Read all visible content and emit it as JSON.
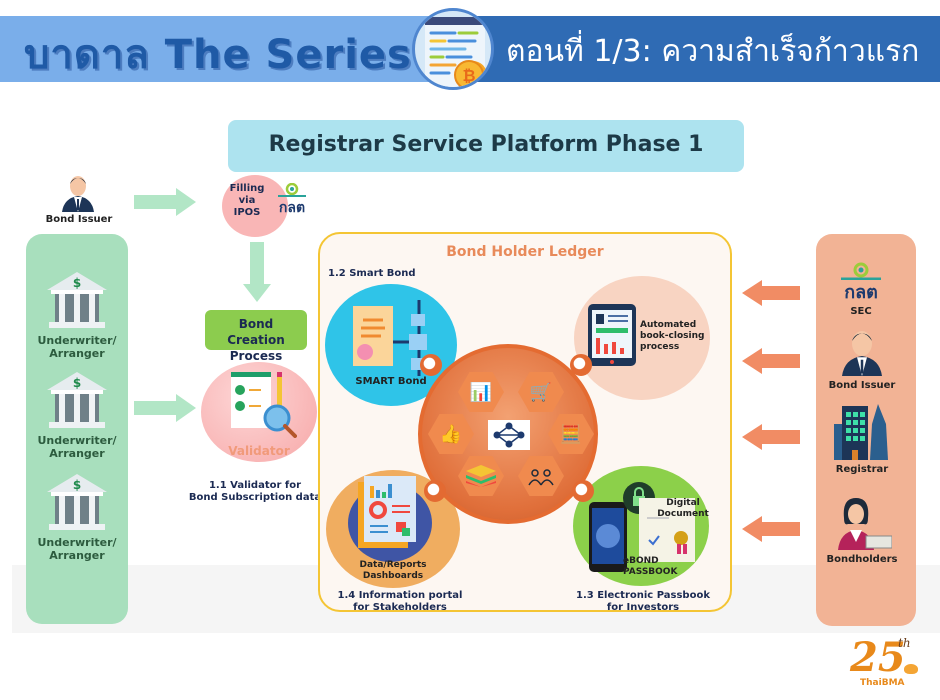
{
  "banner": {
    "series_title": "บาดาล The Series",
    "episode_title": "ตอนที่ 1/3: ความสำเร็จก้าวแรก",
    "logo_icon": "code-screen-bitcoin-icon"
  },
  "diagram": {
    "title": "Registrar Service Platform Phase 1",
    "top_left": {
      "actor_label": "Bond Issuer",
      "filing_label": "Filling via IPOS",
      "filing_lines": [
        "Filling",
        "via",
        "IPOS"
      ],
      "sec_logo_text": "กลต"
    },
    "left_panel": {
      "items": [
        {
          "label_line1": "Underwriter/",
          "label_line2": "Arranger",
          "icon": "bank-icon"
        },
        {
          "label_line1": "Underwriter/",
          "label_line2": "Arranger",
          "icon": "bank-icon"
        },
        {
          "label_line1": "Underwriter/",
          "label_line2": "Arranger",
          "icon": "bank-icon"
        }
      ]
    },
    "bond_creation": {
      "lines": [
        "Bond",
        "Creation",
        "Process"
      ]
    },
    "validator": {
      "circle_label": "Validator",
      "caption_line1": "1.1  Validator  for",
      "caption_line2": "Bond Subscription data"
    },
    "ledger": {
      "title": "Bond Holder Ledger",
      "smart_bond": {
        "section_label": "1.2 Smart Bond",
        "circle_label": "SMART Bond"
      },
      "book_closing": {
        "lines": [
          "Automated",
          "book-closing",
          "process"
        ]
      },
      "info_portal": {
        "circle_lines": [
          "Data/Reports",
          "Dashboards"
        ],
        "caption_line1": "1.4  Information portal",
        "caption_line2": "for Stakeholders"
      },
      "passbook": {
        "doc_lines": [
          "Digital",
          "Document"
        ],
        "phone_lines": [
          "eBOND",
          "PASSBOOK"
        ],
        "caption_line1": "1.3  Electronic Passbook",
        "caption_line2": "for Investors"
      },
      "hub_icons": [
        "presentation-icon",
        "shopping-cart-icon",
        "payment-hand-icon",
        "network-lock-icon",
        "calculator-icon",
        "layers-icon",
        "user-exchange-icon"
      ]
    },
    "right_panel": {
      "items": [
        {
          "label": "SEC",
          "logo_text": "กลต"
        },
        {
          "label": "Bond Issuer"
        },
        {
          "label": "Registrar"
        },
        {
          "label": "Bondholders"
        }
      ]
    }
  },
  "footer": {
    "anniversary_number": "25",
    "anniversary_suffix": "th",
    "org_name": "ThaiBMA"
  },
  "colors": {
    "banner_light": "#7aaeea",
    "banner_dark": "#2f6bb4",
    "title_box": "#ade3ef",
    "left_panel": "#a8dfbd",
    "right_panel": "#f2b395",
    "ledger_border": "#f4c534",
    "bond_creation": "#8ccc4e",
    "smart_bond": "#2fc4e8",
    "book_closing": "#f8d4c2",
    "info_portal": "#f0ad60",
    "passbook": "#8cd04a",
    "validator": "#f9b4b4",
    "arrow_green": "#b2e6c6",
    "arrow_orange": "#f18c64"
  }
}
